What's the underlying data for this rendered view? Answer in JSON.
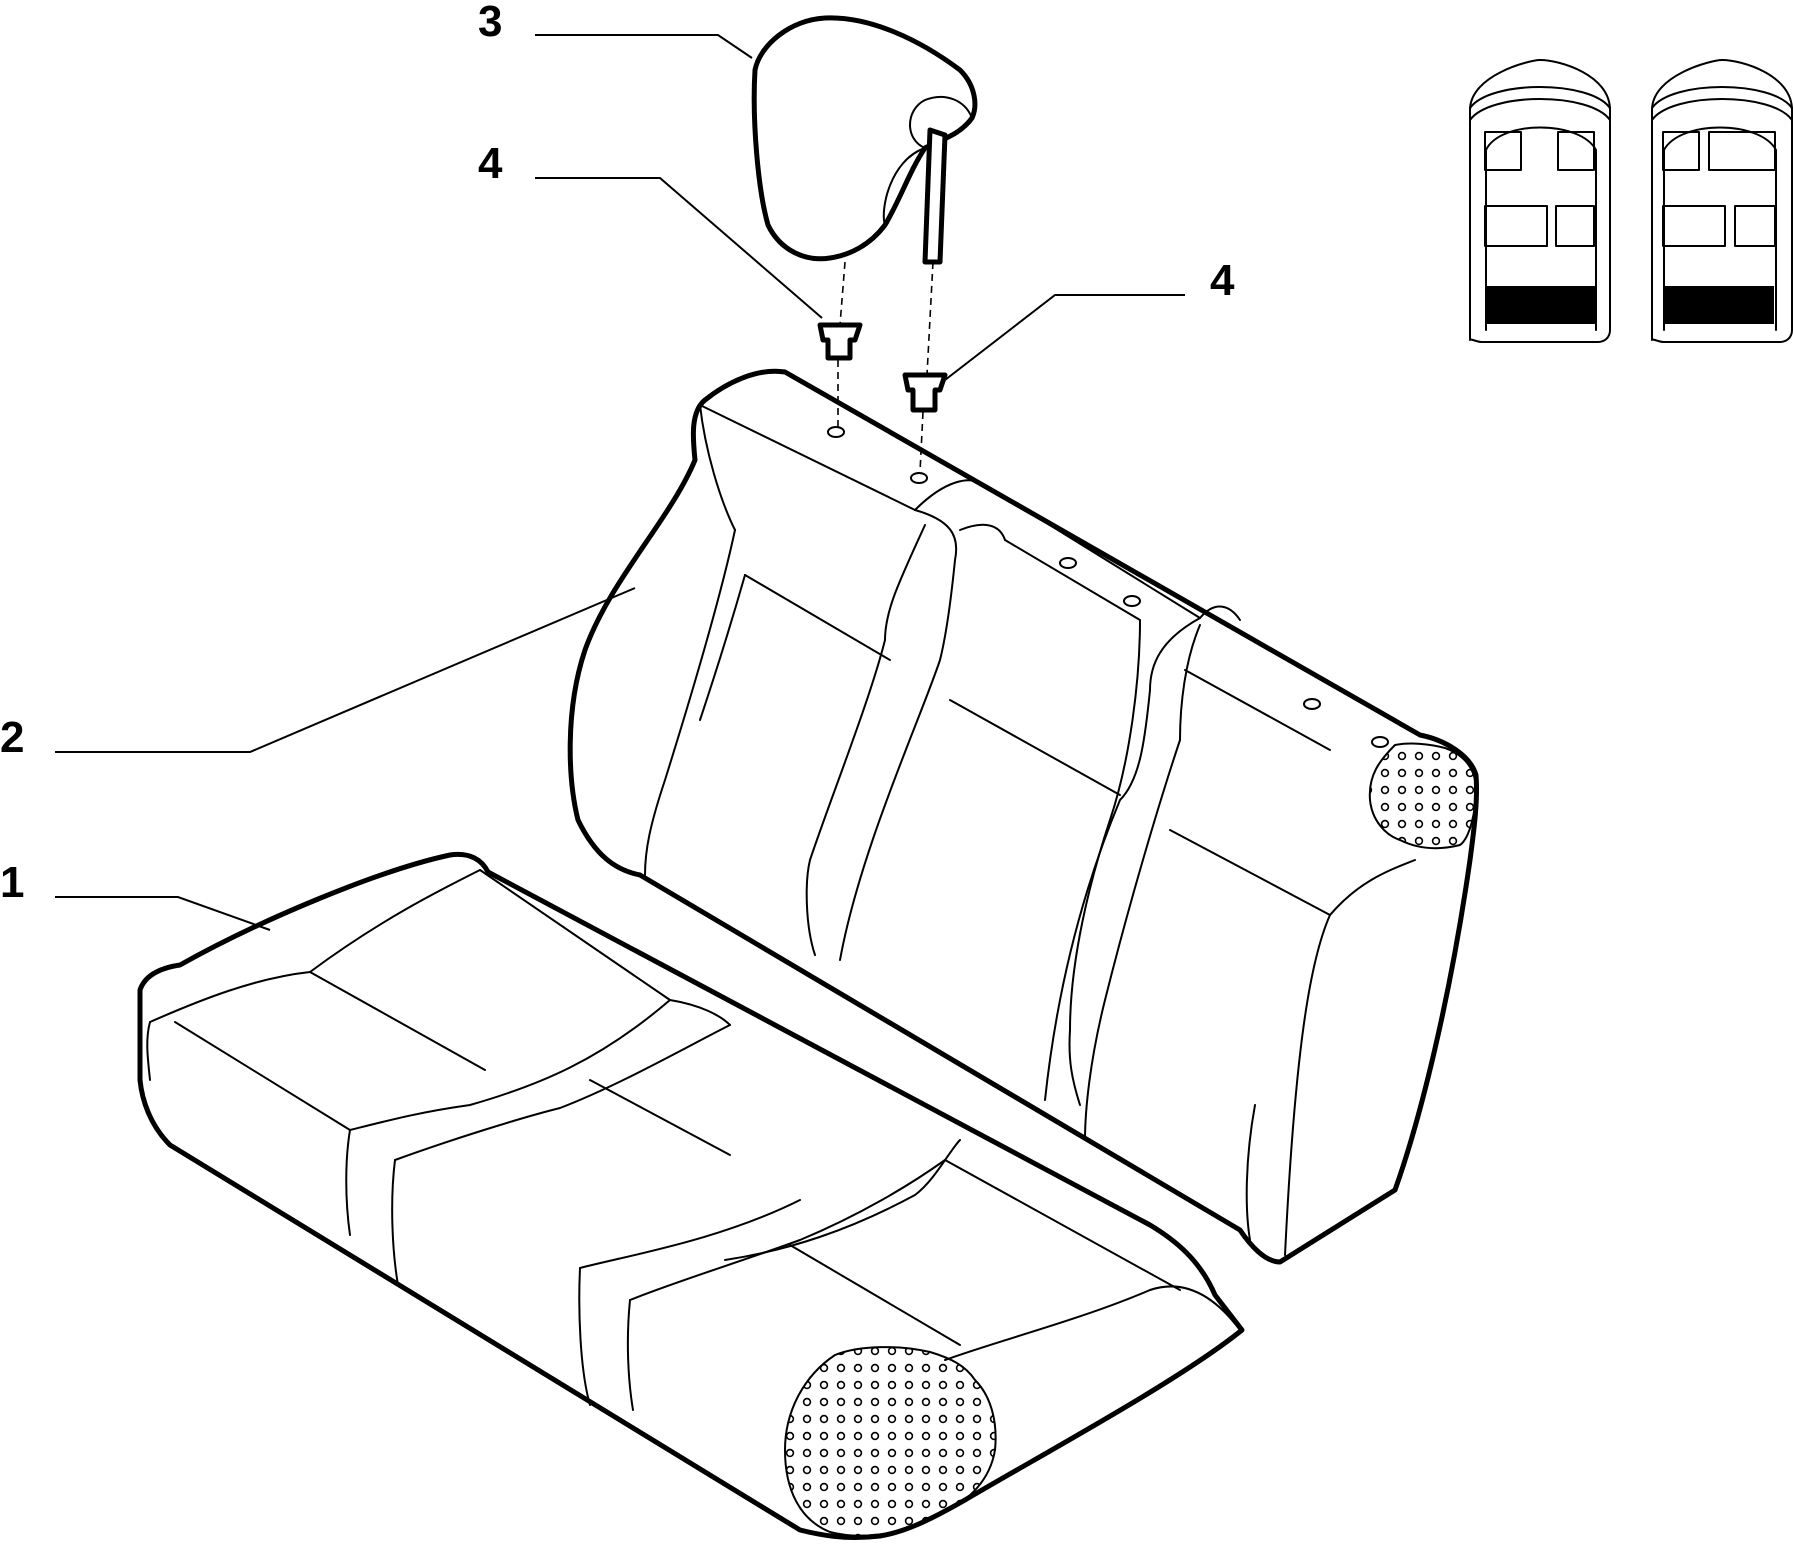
{
  "callouts": [
    {
      "id": "seat-cushion",
      "label": "1"
    },
    {
      "id": "backrest",
      "label": "2"
    },
    {
      "id": "headrest",
      "label": "3"
    },
    {
      "id": "headrest-guide-left",
      "label": "4"
    },
    {
      "id": "headrest-guide-right",
      "label": "4"
    }
  ],
  "colors": {
    "line": "#000000",
    "background": "#ffffff"
  }
}
